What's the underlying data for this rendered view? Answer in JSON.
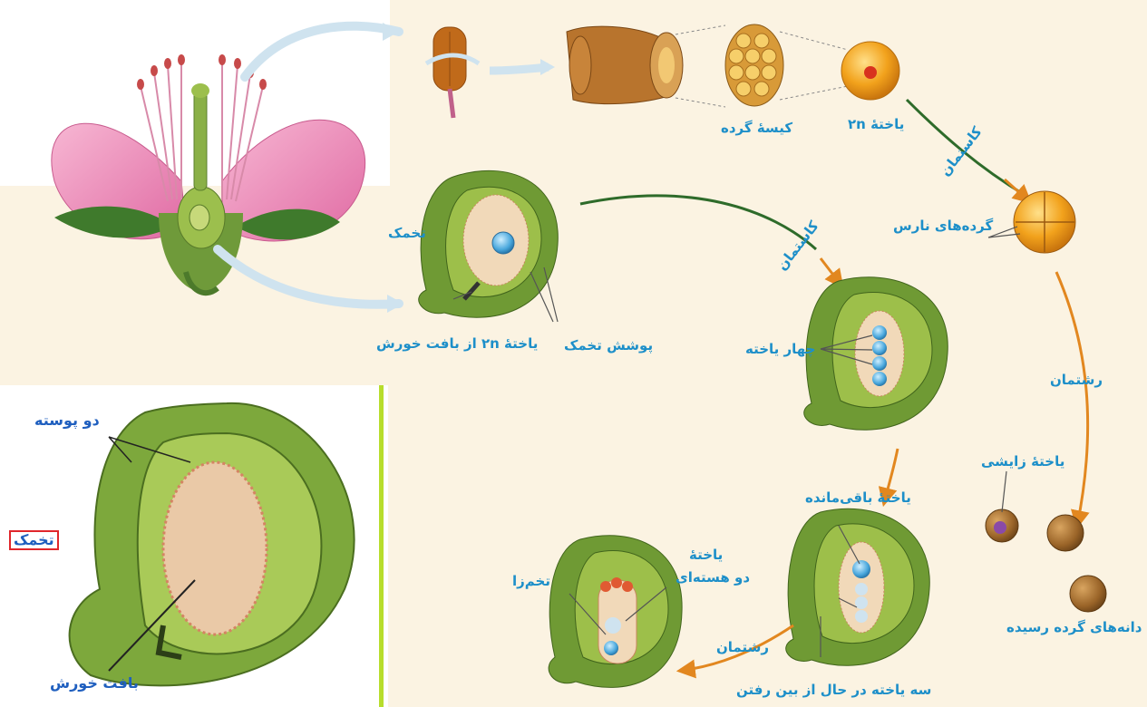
{
  "labels": {
    "pollen_sac": "کیسهٔ گرده",
    "cell_2n_top": "یاختهٔ ۲n",
    "meiosis_1": "کاستمان",
    "immature_pollen": "گرده‌های نارس",
    "ovule_top": "تخمک",
    "meiosis_2": "کاستمان",
    "cell_2n_nucellus": "یاختهٔ ۲n از بافت خورش",
    "integuments": "پوشش تخمک",
    "four_cells": "چهار یاخته",
    "mitosis_1": "رشتمان",
    "generative_cell": "یاختهٔ زایشی",
    "remaining_cell": "یاختهٔ باقی‌مانده",
    "binucleate_cell_line1": "یاختهٔ",
    "binucleate_cell_line2": "دو هسته‌ای",
    "egg_cell": "تخم‌زا",
    "mitosis_2": "رشتمان",
    "three_cells_dying": "سه یاخته در حال از بین رفتن",
    "mature_pollen": "دانه‌های گرده رسیده"
  },
  "inset": {
    "two_layers": "دو پوسته",
    "ovule": "تخمک",
    "nucellus": "بافت خورش"
  },
  "colors": {
    "label": "#1d8fc9",
    "inset_label": "#1f5fbf",
    "inset_highlight_border": "#e0262b",
    "background": "#fbf3e2",
    "inset_divider": "#b7dd2c"
  }
}
